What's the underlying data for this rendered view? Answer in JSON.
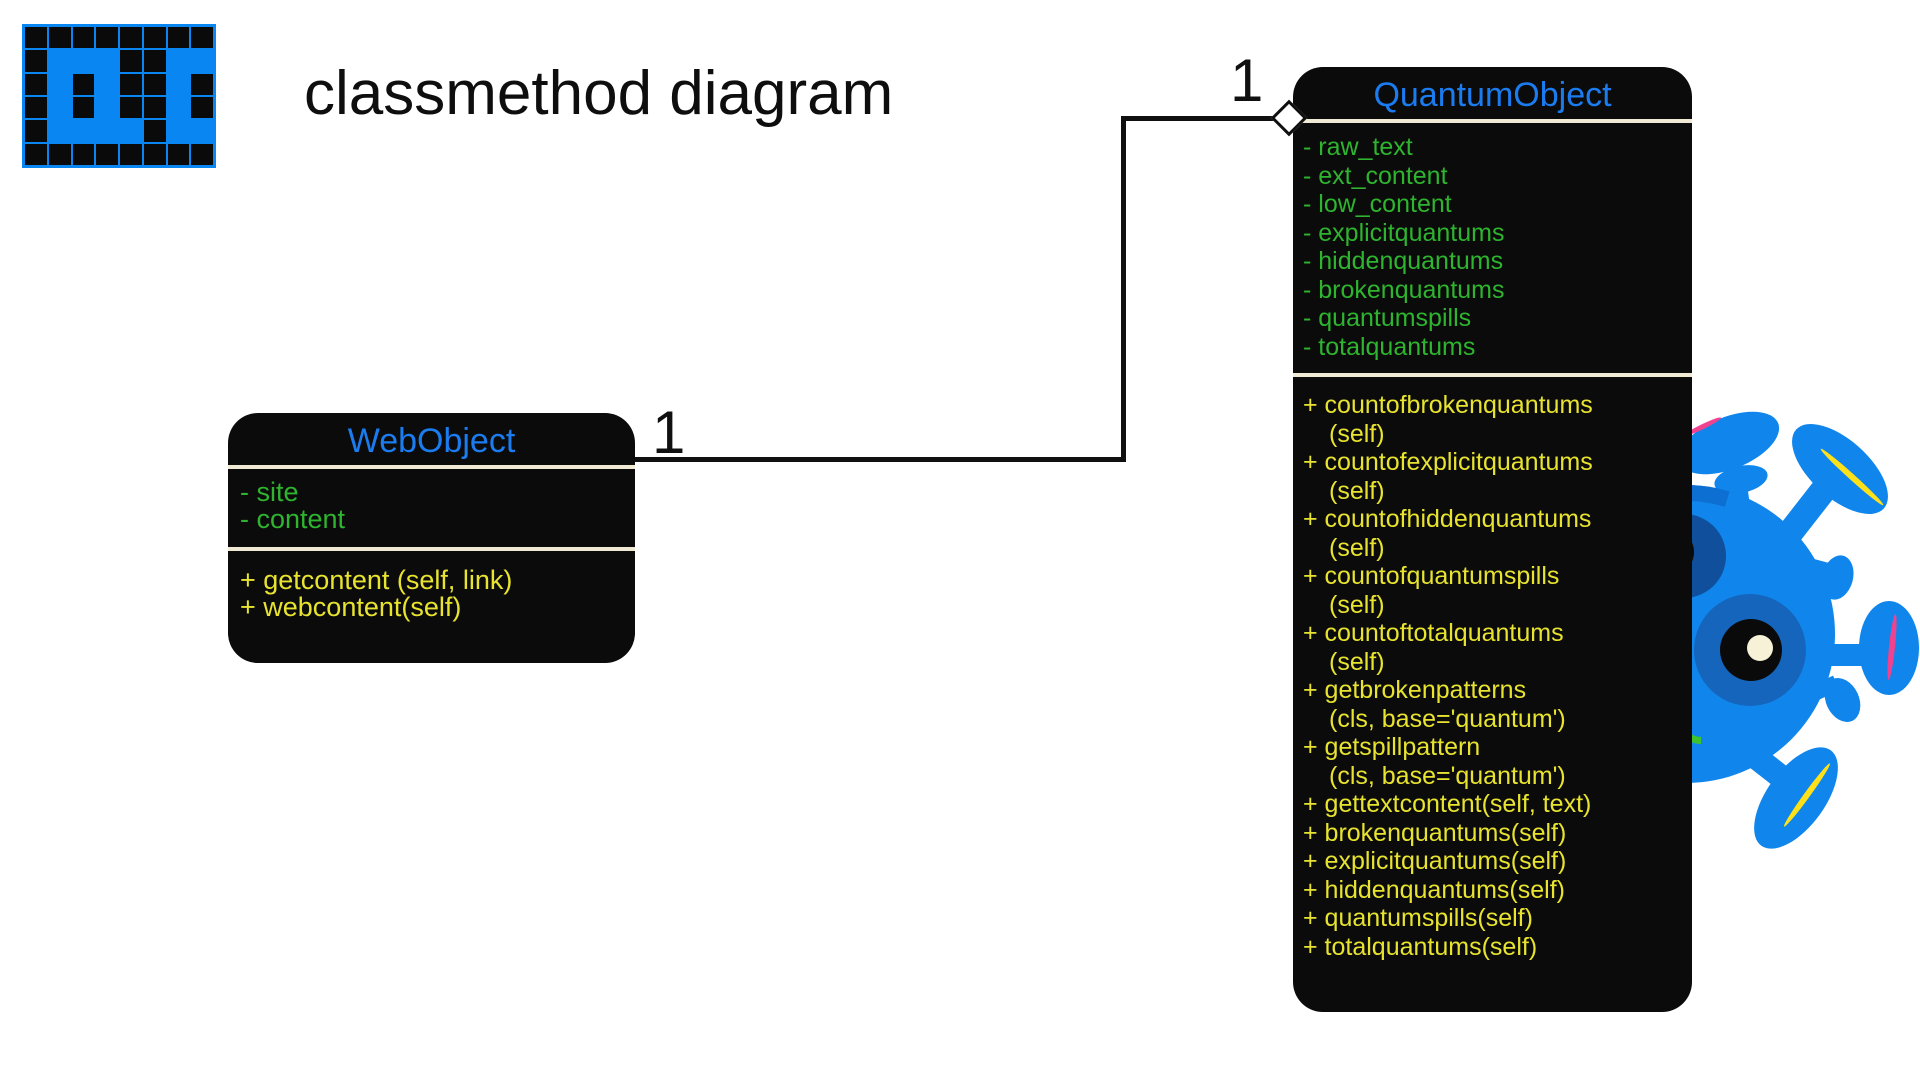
{
  "page": {
    "title": "classmethod diagram"
  },
  "logo": {
    "alt": "pixel-art QC logo",
    "rows": [
      "KKKKKKKK",
      "KBBBKKBB",
      "KBKBKKBK",
      "KBKBKKBK",
      "KBBBBKBB",
      "KKKKKKKK"
    ],
    "on_color": "#0a86f2",
    "off_color": "#0a0a0a"
  },
  "classes": {
    "web": {
      "title": "WebObject",
      "attributes": [
        "- site",
        "- content"
      ],
      "methods": [
        "+ getcontent (self, link)",
        "+ webcontent(self)"
      ]
    },
    "quantum": {
      "title": "QuantumObject",
      "attributes": [
        "- raw_text",
        "- ext_content",
        "- low_content",
        "- explicitquantums",
        "- hiddenquantums",
        "- brokenquantums",
        "- quantumspills",
        "- totalquantums"
      ],
      "methods": [
        [
          "+ countofbrokenquantums",
          "(self)"
        ],
        [
          "+ countofexplicitquantums",
          "(self)"
        ],
        [
          "+ countofhiddenquantums",
          "(self)"
        ],
        [
          "+ countofquantumspills",
          "(self)"
        ],
        [
          "+ countoftotalquantums",
          "(self)"
        ],
        [
          "+ getbrokenpatterns",
          "(cls, base='quantum')"
        ],
        [
          "+ getspillpattern",
          "(cls, base='quantum')"
        ],
        [
          "+ gettextcontent(self, text)"
        ],
        [
          "+ brokenquantums(self)"
        ],
        [
          "+ explicitquantums(self)"
        ],
        [
          "+ hiddenquantums(self)"
        ],
        [
          "+ quantumspills(self)"
        ],
        [
          "+ totalquantums(self)"
        ]
      ]
    }
  },
  "relationship": {
    "type": "aggregation",
    "web_multiplicity": "1",
    "quantum_multiplicity": "1"
  },
  "colors": {
    "class_title_blue": "#1b7cf0",
    "attribute_green": "#2eb42e",
    "method_yellow": "#e7e32f",
    "divider_cream": "#f0ead4",
    "box_black": "#0b0b0b",
    "logo_blue": "#0a86f2",
    "mascot_blue": "#1086ec"
  }
}
